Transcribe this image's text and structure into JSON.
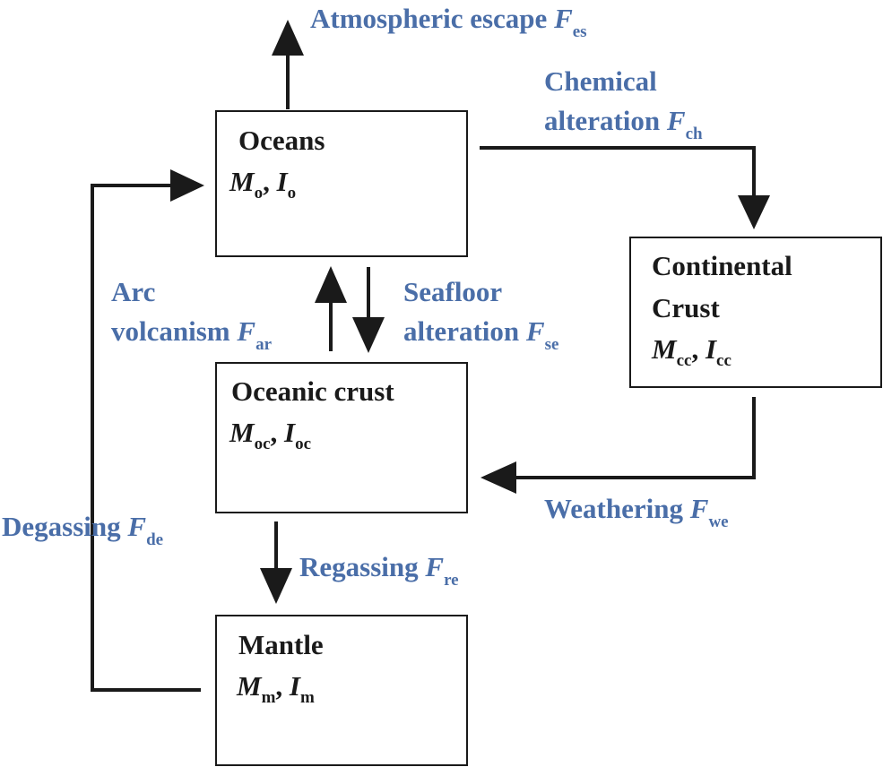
{
  "boxes": {
    "oceans": {
      "title": "Oceans",
      "mass_symbol": "M",
      "mass_sub": "o",
      "isotope_symbol": "I",
      "isotope_sub": "o"
    },
    "continental": {
      "title_line1": "Continental",
      "title_line2": "Crust",
      "mass_symbol": "M",
      "mass_sub": "cc",
      "isotope_symbol": "I",
      "isotope_sub": "cc"
    },
    "oceanic_crust": {
      "title": "Oceanic crust",
      "mass_symbol": "M",
      "mass_sub": "oc",
      "isotope_symbol": "I",
      "isotope_sub": "oc"
    },
    "mantle": {
      "title": "Mantle",
      "mass_symbol": "M",
      "mass_sub": "m",
      "isotope_symbol": "I",
      "isotope_sub": "m"
    }
  },
  "fluxes": {
    "escape": {
      "label": "Atmospheric escape ",
      "symbol": "F",
      "sub": "es"
    },
    "chemical": {
      "line1": "Chemical",
      "label": "alteration ",
      "symbol": "F",
      "sub": "ch"
    },
    "arc": {
      "line1": "Arc",
      "label": "volcanism ",
      "symbol": "F",
      "sub": "ar"
    },
    "seafloor": {
      "line1": "Seafloor",
      "label": "alteration ",
      "symbol": "F",
      "sub": "se"
    },
    "weathering": {
      "label": "Weathering ",
      "symbol": "F",
      "sub": "we"
    },
    "degassing": {
      "label": "Degassing ",
      "symbol": "F",
      "sub": "de"
    },
    "regassing": {
      "label": "Regassing ",
      "symbol": "F",
      "sub": "re"
    }
  },
  "colors": {
    "flux_label": "#4a6ea8",
    "box_text": "#1a1a1a"
  }
}
